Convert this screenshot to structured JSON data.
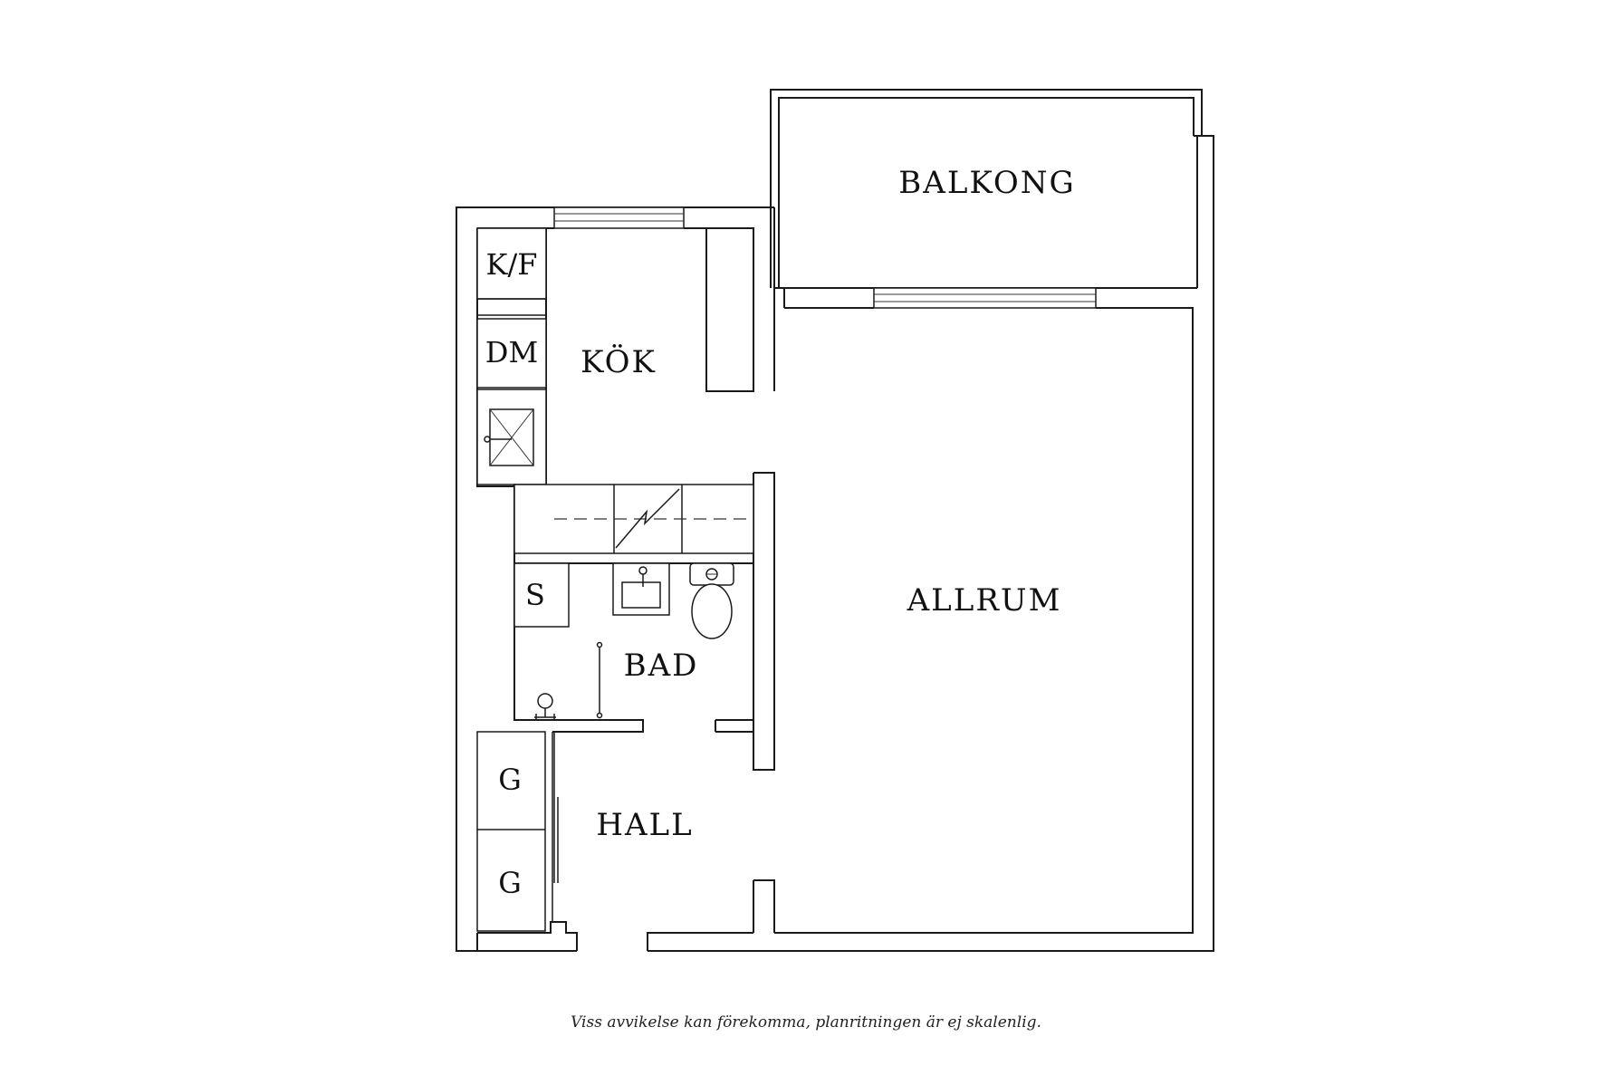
{
  "rooms": {
    "balkong": "BALKONG",
    "kok": "KÖK",
    "allrum": "ALLRUM",
    "bad": "BAD",
    "hall": "HALL"
  },
  "fixtures": {
    "kf": "K/F",
    "dm": "DM",
    "s": "S",
    "g1": "G",
    "g2": "G"
  },
  "disclaimer": "Viss avvikelse kan förekomma, planritningen är ej skalenlig."
}
